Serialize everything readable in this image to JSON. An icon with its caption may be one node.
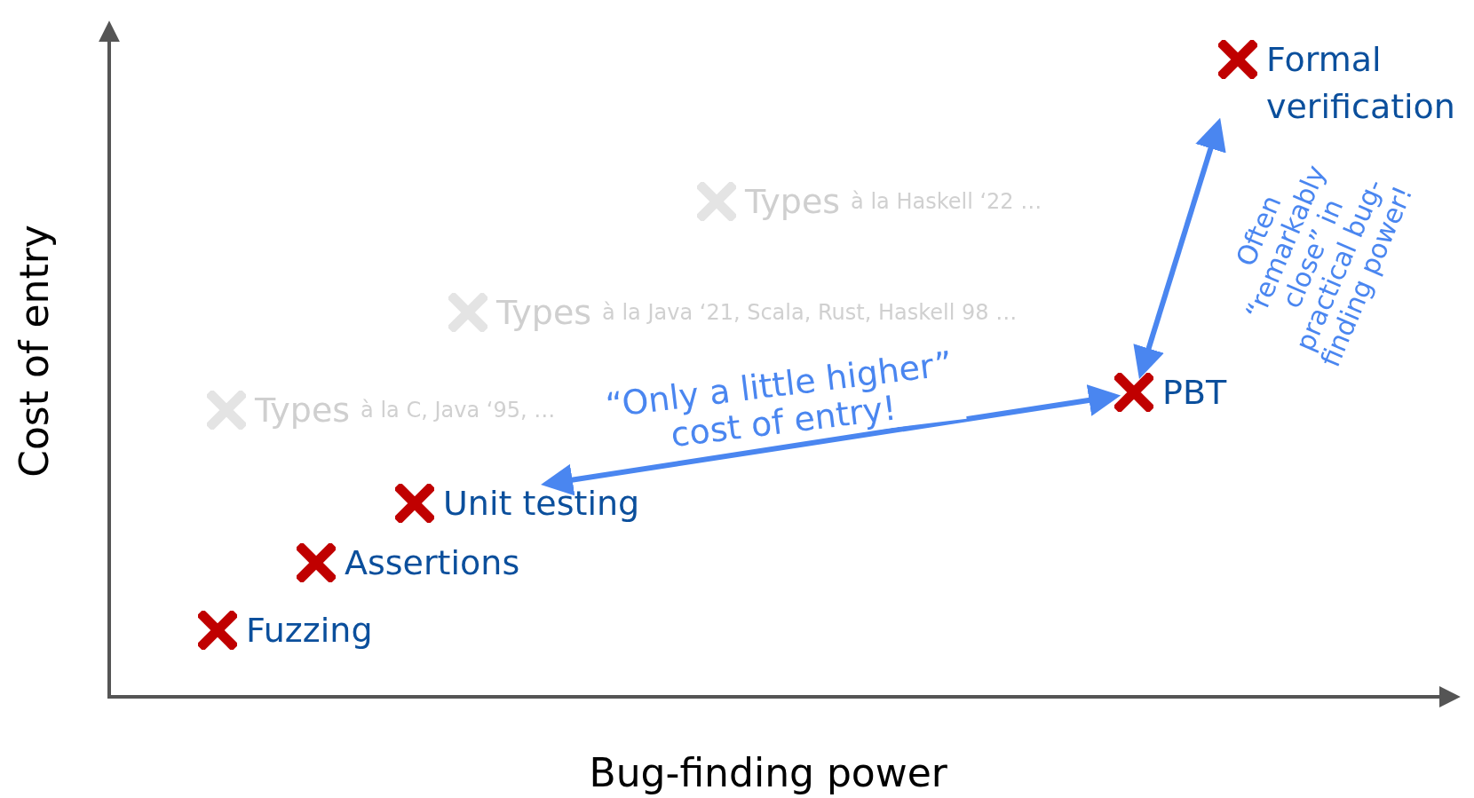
{
  "diagram": {
    "nodes": [
      {
        "text": [
          "Formal verification"
        ]
      },
      {
        "text": [
          "Types",
          "à la Haskell ‘22 …"
        ]
      },
      {
        "text": [
          "Types",
          "à la Java ‘21, Scala, Rust, Haskell 98 …"
        ]
      },
      {
        "text": [
          "PBT"
        ]
      },
      {
        "text": [
          "Types",
          "à la C, Java ‘95, …"
        ]
      },
      {
        "text": [
          "Unit testing"
        ]
      },
      {
        "text": [
          "Assertions"
        ]
      },
      {
        "text": [
          "Fuzzing"
        ]
      }
    ],
    "edges": [
      {
        "from": 5,
        "to": 3,
        "arrow": "both",
        "label": "“Only a little higher” cost of entry!"
      },
      {
        "from": 3,
        "to": 0,
        "arrow": "both",
        "label": "Often “remarkably close” in practical bug-finding power!"
      }
    ],
    "labels": [
      "Cost of entry",
      "Bug-finding power"
    ]
  }
}
